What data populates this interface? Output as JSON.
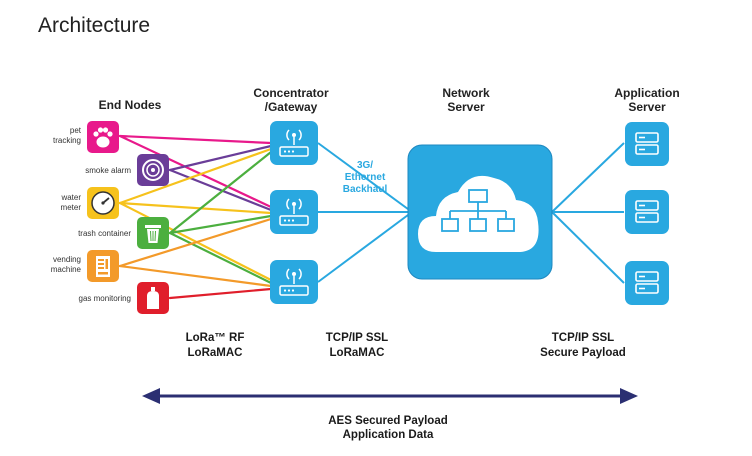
{
  "title": "Architecture",
  "headers": {
    "end_nodes": "End Nodes",
    "gateway_line1": "Concentrator",
    "gateway_line2": "/Gateway",
    "network_line1": "Network",
    "network_line2": "Server",
    "app_line1": "Application",
    "app_line2": "Server"
  },
  "end_nodes": [
    {
      "label_lines": [
        "pet",
        "tracking"
      ],
      "icon": "paw-icon",
      "color": "#e8198b"
    },
    {
      "label_lines": [
        "smoke alarm"
      ],
      "icon": "smoke-alarm-icon",
      "color": "#6a3d98"
    },
    {
      "label_lines": [
        "water",
        "meter"
      ],
      "icon": "gauge-icon",
      "color": "#f6c21c"
    },
    {
      "label_lines": [
        "trash container"
      ],
      "icon": "trash-icon",
      "color": "#4caf3f"
    },
    {
      "label_lines": [
        "vending",
        "machine"
      ],
      "icon": "vending-machine-icon",
      "color": "#f39a2a"
    },
    {
      "label_lines": [
        "gas monitoring"
      ],
      "icon": "gas-cylinder-icon",
      "color": "#e01e2b"
    }
  ],
  "backhaul_lines": [
    "3G/",
    "Ethernet",
    "Backhaul"
  ],
  "protocols": {
    "rf_line1": "LoRa™ RF",
    "rf_line2": "LoRaMAC",
    "tcp1_line1": "TCP/IP SSL",
    "tcp1_line2": "LoRaMAC",
    "tcp2_line1": "TCP/IP SSL",
    "tcp2_line2": "Secure Payload"
  },
  "aes": {
    "line1": "AES Secured Payload",
    "line2": "Application Data"
  },
  "colors": {
    "blue": "#29a8e0",
    "dark_blue": "#1f3b6e",
    "arrow": "#2b2f72"
  }
}
